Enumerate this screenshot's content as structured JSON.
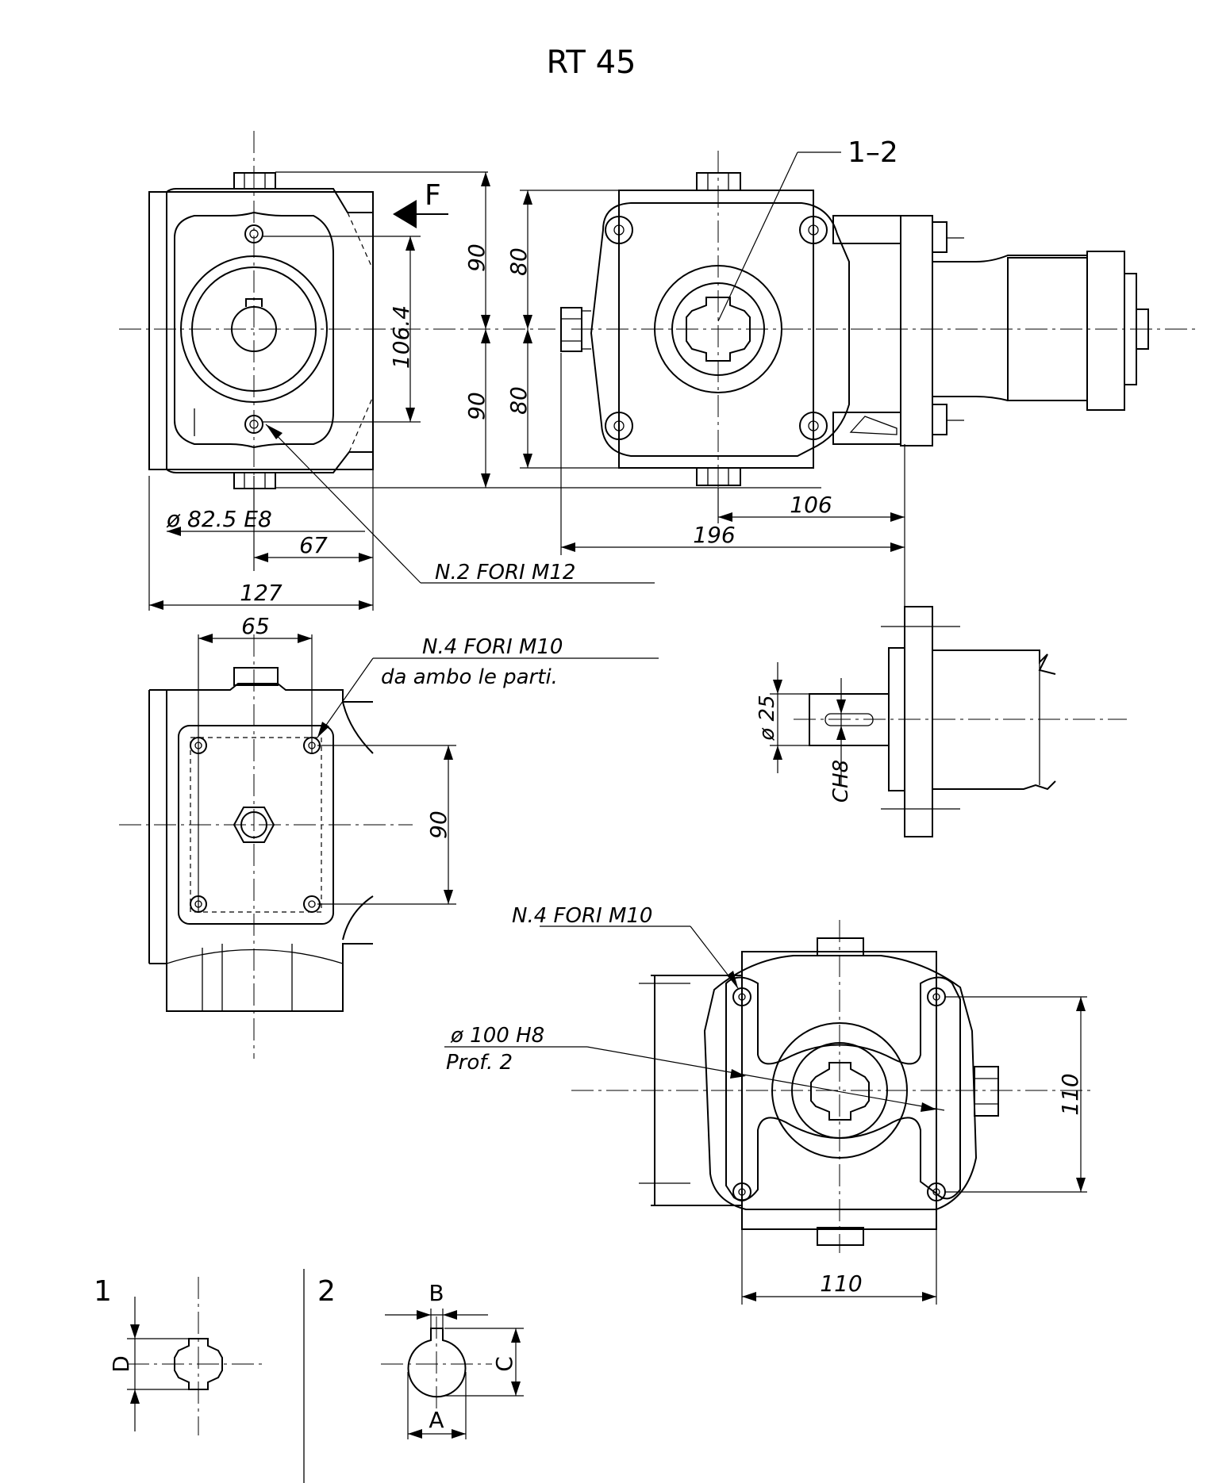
{
  "title": "RT 45",
  "force_label": "F",
  "ratio_ref": "1–2",
  "dimensions": {
    "height_upper": "90",
    "height_lower": "90",
    "flange_upper": "80",
    "flange_lower": "80",
    "hole_spacing": "106.4",
    "bore_dia": "ø 82.5 E8",
    "d67": "67",
    "d127": "127",
    "d65": "65",
    "d106": "106",
    "d196": "196",
    "side_90": "90",
    "shaft_dia": "ø 25",
    "shaft_key": "CH8",
    "bottom_110_v": "110",
    "bottom_110_h": "110"
  },
  "notes": {
    "holes_m12": "N.2 FORI M12",
    "holes_m10_top": "N.4 FORI M10",
    "both_sides": "da ambo le parti.",
    "holes_m10_bottom": "N.4 FORI M10",
    "recess_dia": "ø 100 H8",
    "recess_depth": "Prof. 2"
  },
  "details": {
    "spline_num": "1",
    "key_num": "2",
    "label_d": "D",
    "label_b": "B",
    "label_c": "C",
    "label_a": "A"
  }
}
